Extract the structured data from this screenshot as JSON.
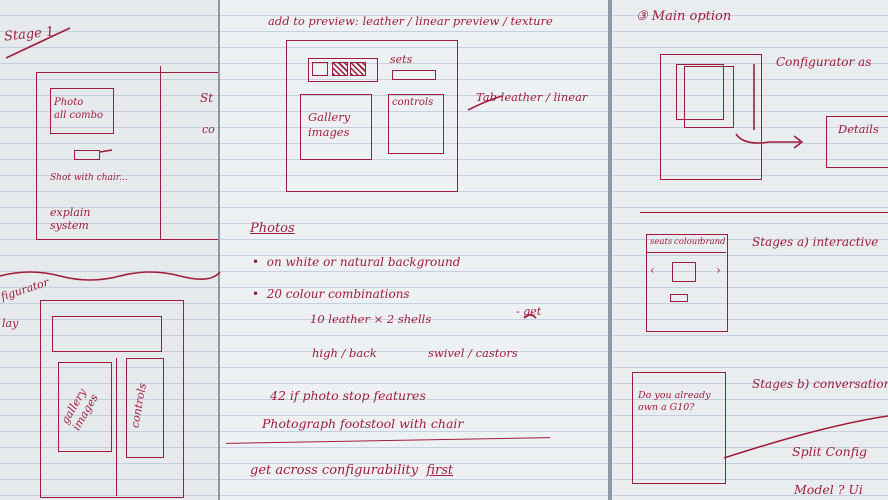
{
  "left_page": {
    "stage_heading": "Stage 1",
    "photo_box": "Photo\nall combo",
    "slot_caption": "Shot with chair...",
    "explain_system": "explain\nsystem",
    "margin_s": "St",
    "margin_co": "co",
    "configurator_fragment": "figurator",
    "display_fragment": "lay",
    "gallery_label": "gallery\nimages",
    "controls_label": "controls"
  },
  "middle_page": {
    "header": "add to preview: leather / linear preview / texture",
    "sets_label": "sets",
    "gallery_images": "Gallery\nimages",
    "controls": "controls",
    "tab_note": "Tab leather / linear",
    "photos_heading": "Photos",
    "bullets": [
      "on white or natural background",
      "20 colour combinations"
    ],
    "leather_shells": "10 leather × 2 shells",
    "get_note": "- get",
    "high_back": "high / back",
    "swivel": "swivel / castors",
    "note_42": "42  if photo stop features",
    "photograph_footstool": "Photograph footstool with chair",
    "get_across": "get across configurability",
    "first": "first"
  },
  "right_page": {
    "main_option": "③ Main option",
    "configurator": "Configurator as",
    "details": "Details",
    "tabs": [
      "seats",
      "colour",
      "brand"
    ],
    "stages_a": "Stages   a) interactive",
    "stages_b": "Stages   b) conversation",
    "question_box": "Do you already\nown a G10?",
    "split_config": "Split Config",
    "model_fragment": "Model ? Ui"
  }
}
